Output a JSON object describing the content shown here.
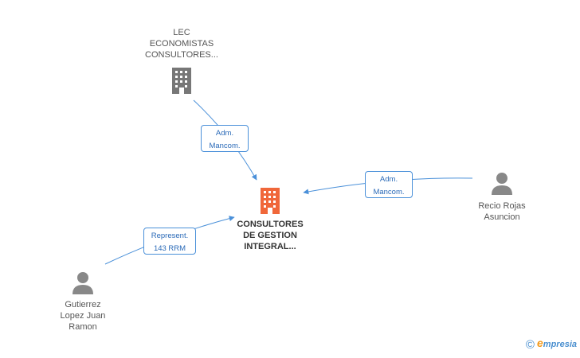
{
  "nodes": {
    "lec": {
      "label": "LEC\nECONOMISTAS\nCONSULTORES...",
      "icon": "building-icon",
      "color": "#777777"
    },
    "main": {
      "label": "CONSULTORES\nDE GESTION\nINTEGRAL...",
      "icon": "building-icon",
      "color": "#f0673a"
    },
    "recio": {
      "label": "Recio Rojas\nAsuncion",
      "icon": "person-icon",
      "color": "#888888"
    },
    "gutierrez": {
      "label": "Gutierrez\nLopez Juan\nRamon",
      "icon": "person-icon",
      "color": "#888888"
    }
  },
  "edges": {
    "lec_main": {
      "label": "Adm.\nMancom."
    },
    "recio_main": {
      "label": "Adm.\nMancom."
    },
    "gutierrez_main": {
      "label": "Represent.\n143 RRM"
    }
  },
  "edge_color": "#4a90d9",
  "brand": {
    "copyright": "©",
    "e_letter": "e",
    "rest": "mpresia"
  }
}
